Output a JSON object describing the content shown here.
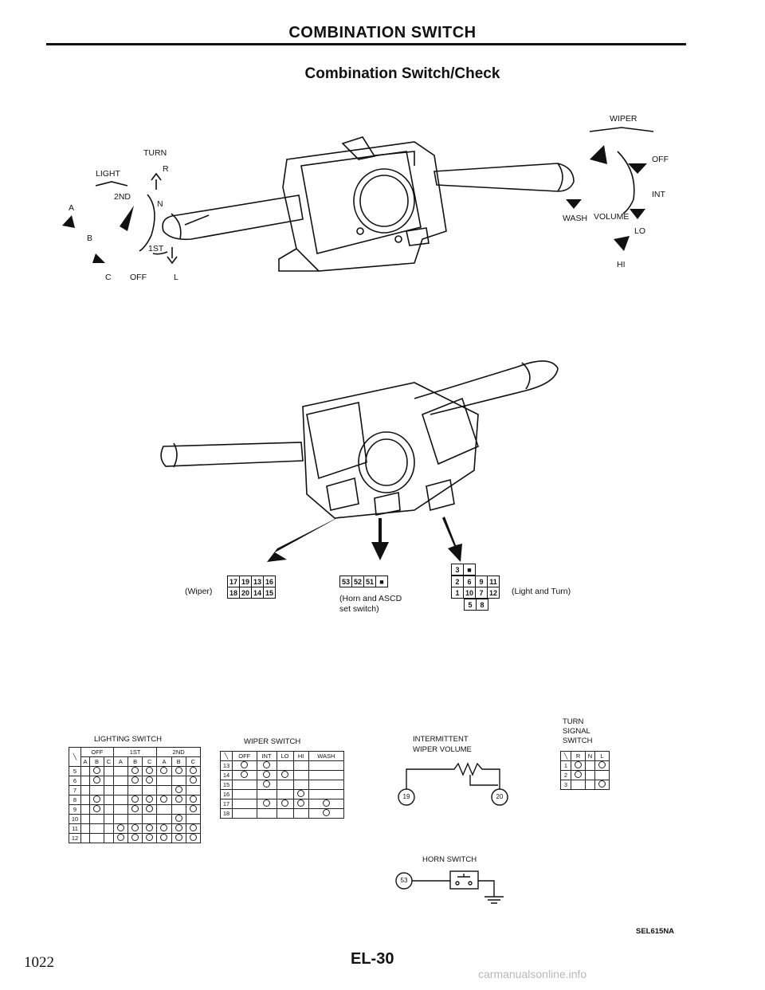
{
  "header": {
    "title": "COMBINATION SWITCH",
    "subtitle": "Combination Switch/Check"
  },
  "light_lever": {
    "light_label": "LIGHT",
    "turn_label": "TURN",
    "pos_a": "A",
    "pos_b": "B",
    "pos_c": "C",
    "second": "2ND",
    "first": "1ST",
    "off": "OFF",
    "r": "R",
    "n": "N",
    "l": "L"
  },
  "wiper_lever": {
    "wiper_label": "WIPER",
    "off": "OFF",
    "int": "INT",
    "lo": "LO",
    "hi": "HI",
    "wash": "WASH",
    "volume": "VOLUME"
  },
  "connectors": {
    "wiper_label": "(Wiper)",
    "wiper_row1": [
      "17",
      "19",
      "13",
      "16"
    ],
    "wiper_row2": [
      "18",
      "20",
      "14",
      "15"
    ],
    "horn_pins": [
      "53",
      "52",
      "51"
    ],
    "horn_label_1": "(Horn and ASCD",
    "horn_label_2": "set switch)",
    "light_label": "(Light and Turn)",
    "light_rows": {
      "r1": [
        "3"
      ],
      "r2": [
        "2",
        "6",
        "9",
        "11"
      ],
      "r3": [
        "1",
        "10",
        "7",
        "12"
      ],
      "r4": [
        "5",
        "8"
      ]
    }
  },
  "lighting_switch": {
    "title": "LIGHTING SWITCH",
    "groups": [
      "OFF",
      "1ST",
      "2ND"
    ],
    "positions": [
      "A",
      "B",
      "C",
      "A",
      "B",
      "C",
      "A",
      "B",
      "C"
    ],
    "rows": [
      "5",
      "6",
      "7",
      "8",
      "9",
      "10",
      "11",
      "12"
    ]
  },
  "wiper_switch": {
    "title": "WIPER SWITCH",
    "columns": [
      "OFF",
      "INT",
      "LO",
      "HI",
      "WASH"
    ],
    "rows": [
      "13",
      "14",
      "15",
      "16",
      "17",
      "18"
    ]
  },
  "intermittent": {
    "title_1": "INTERMITTENT",
    "title_2": "WIPER VOLUME",
    "t1": "19",
    "t2": "20"
  },
  "horn_switch": {
    "title": "HORN SWITCH",
    "terminal": "53"
  },
  "turn_signal": {
    "title_1": "TURN",
    "title_2": "SIGNAL",
    "title_3": "SWITCH",
    "columns": [
      "R",
      "N",
      "L"
    ],
    "rows": [
      "1",
      "2",
      "3"
    ]
  },
  "footer": {
    "page_number": "1022",
    "page_code": "EL-30",
    "ref": "SEL615NA",
    "watermark": "carmanualsonline.info"
  }
}
